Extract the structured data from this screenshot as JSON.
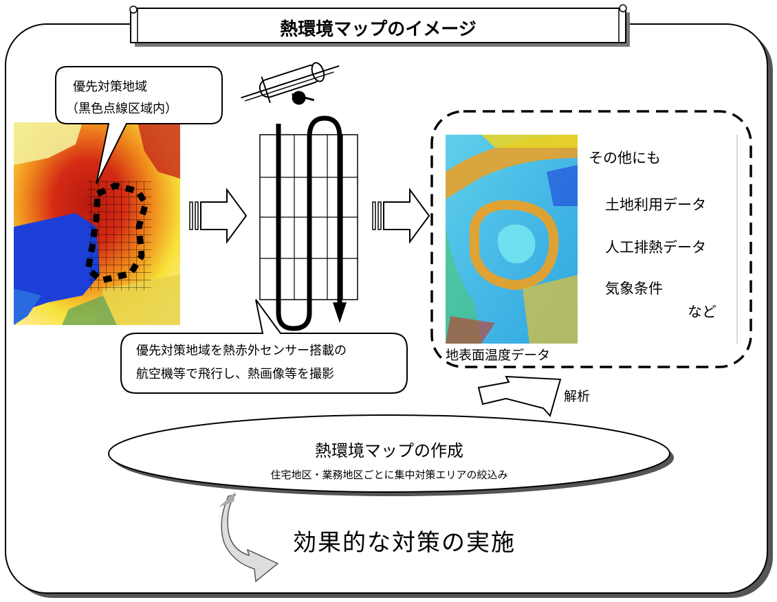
{
  "title": "熱環境マップのイメージ",
  "callout_priority": {
    "line1": "優先対策地域",
    "line2": "（黒色点線区域内）"
  },
  "callout_flight": {
    "line1": "優先対策地域を熱赤外センサー搭載の",
    "line2": "航空機等で飛行し、熱画像等を撮影"
  },
  "thermal_panel": {
    "caption": "地表面温度データ",
    "others_heading": "その他にも",
    "others_items": [
      "土地利用データ",
      "人工排熱データ",
      "気象条件"
    ],
    "others_tail": "など"
  },
  "analysis_label": "解析",
  "map_creation": {
    "title": "熱環境マップの作成",
    "subtitle": "住宅地区・業務地区ごとに集中対策エリアの絞込み"
  },
  "final_step": "効果的な対策の実施",
  "colors": {
    "hot_red": "#d42a14",
    "warm_orange": "#f08a1c",
    "warm_yellow": "#f6e23a",
    "water_blue": "#1c3fd8",
    "cool_cyan": "#3cc8e8",
    "outline": "#000000",
    "shadow": "#555555",
    "arrow_fill": "#c8c8c8"
  },
  "icons": [
    "airplane-icon",
    "scroll-banner-icon",
    "right-arrow-icon",
    "down-arrow-icon",
    "curved-arrow-icon"
  ]
}
